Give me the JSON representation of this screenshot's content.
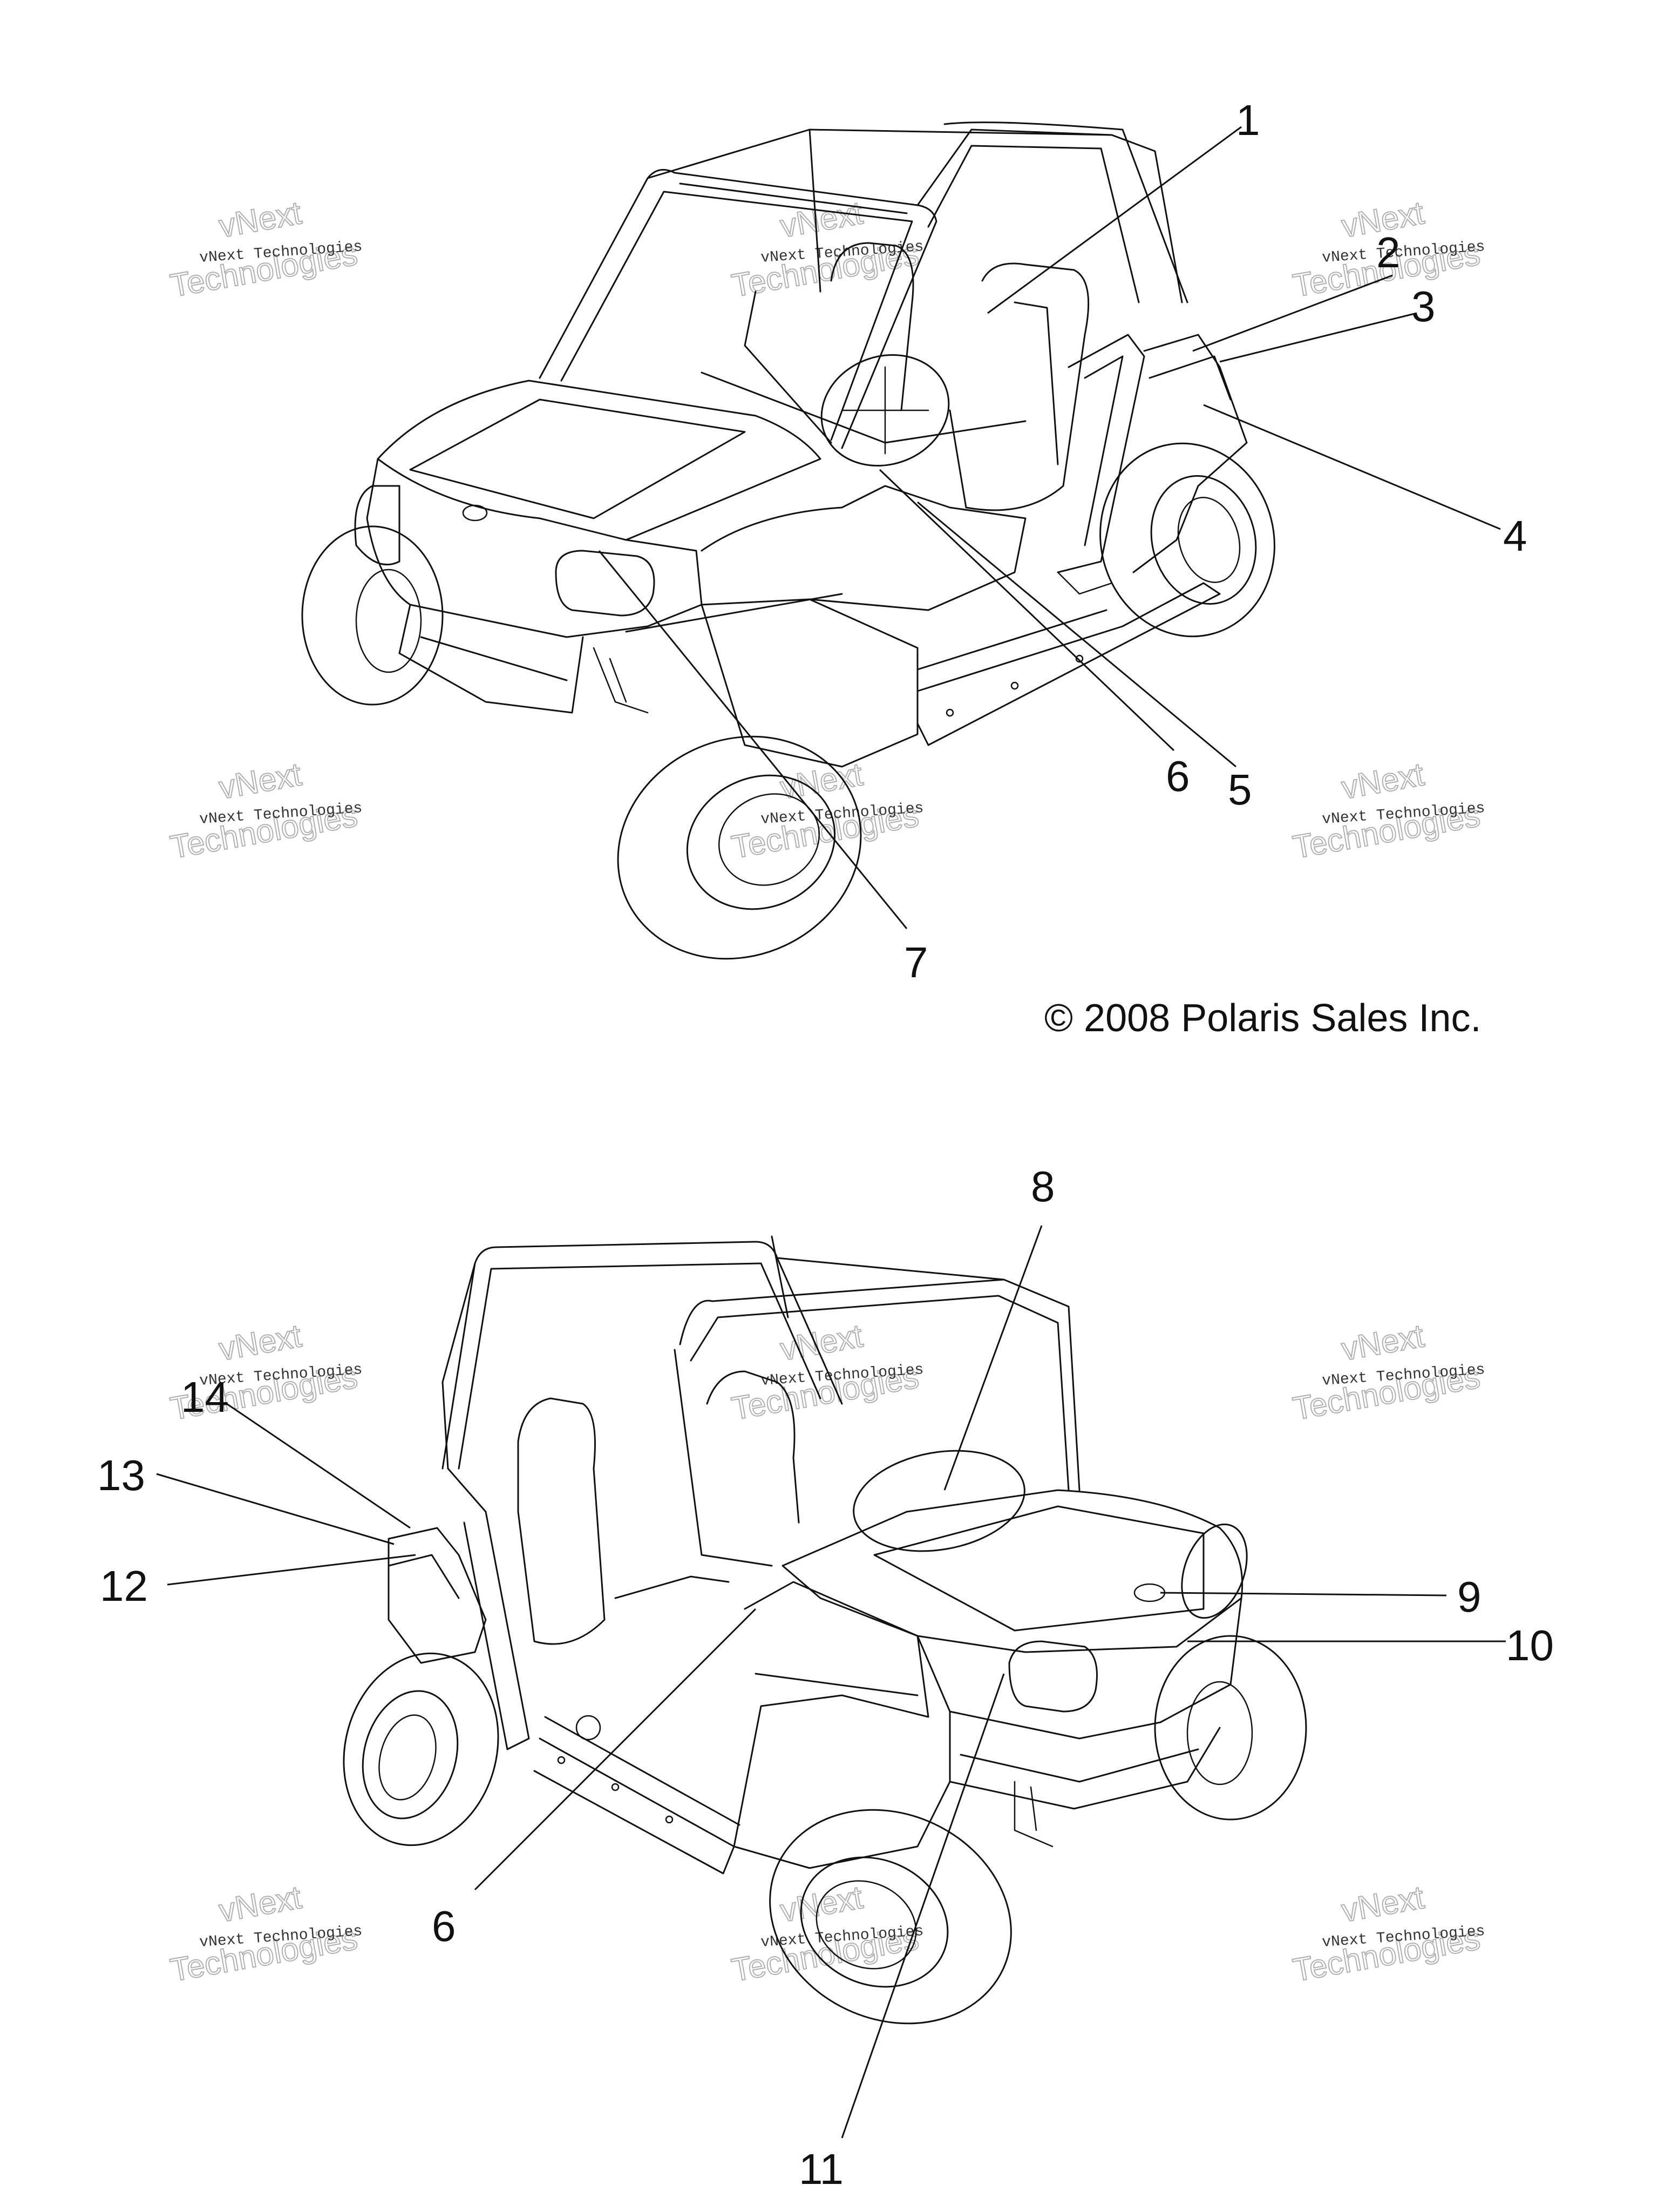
{
  "copyright": "© 2008 Polaris Sales Inc.",
  "watermark": {
    "line1": "vNext Technologies",
    "big1": "vNext",
    "big2": "Technologies"
  },
  "callouts_top": [
    "1",
    "2",
    "3",
    "4",
    "5",
    "6",
    "7"
  ],
  "callouts_bottom": [
    "8",
    "9",
    "10",
    "11",
    "6",
    "12",
    "13",
    "14"
  ],
  "colors": {
    "ink": "#111111",
    "watermark": "#b0b0b0",
    "background": "#ffffff"
  }
}
